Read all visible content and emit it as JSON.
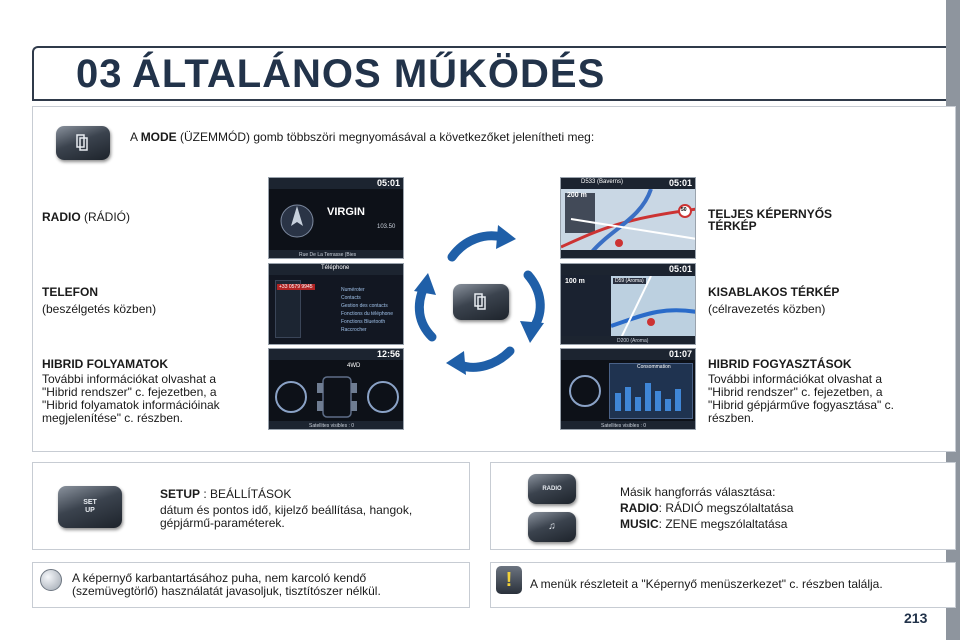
{
  "header": {
    "chapter": "03",
    "title": "ÁLTALÁNOS MŰKÖDÉS"
  },
  "intro": {
    "prefix": "A ",
    "mode_word": "MODE",
    "suffix": " (ÜZEMMÓD) gomb többszöri megnyomásával a következőket jelenítheti meg:"
  },
  "left_items": {
    "radio_title": "RADIO",
    "radio_sub": " (RÁDIÓ)",
    "telefon_title": "TELEFON",
    "telefon_sub": "(beszélgetés közben)",
    "hibrid_title": "HIBRID FOLYAMATOK",
    "hibrid_line1": "További információkat olvashat a",
    "hibrid_line2": "\"Hibrid rendszer\" c. fejezetben, a",
    "hibrid_line3": "\"Hibrid folyamatok információinak",
    "hibrid_line4": "megjelenítése\" c. részben."
  },
  "right_items": {
    "full_map_line1": "TELJES KÉPERNYŐS",
    "full_map_line2": "TÉRKÉP",
    "small_map_title": "KISABLAKOS TÉRKÉP",
    "small_map_sub": "(célravezetés közben)",
    "consumption_title": "HIBRID FOGYASZTÁSOK",
    "consumption_line1": "További információkat olvashat a",
    "consumption_line2": "\"Hibrid rendszer\" c. fejezetben, a",
    "consumption_line3": "\"Hibrid gépjárműve fogyasztása\" c.",
    "consumption_line4": "részben."
  },
  "screens": {
    "radio": {
      "time": "05:01",
      "station": "VIRGIN",
      "freq": "103.50",
      "bottom": "Rue De La Terrasse (Bies"
    },
    "telefon": {
      "title": "Téléphone",
      "number": "+33 0579 9945",
      "menu": [
        "Numéroter",
        "Contacts",
        "Gestion des contacts",
        "Fonctions du téléphone",
        "Fonctions Bluetooth",
        "Raccrocher"
      ]
    },
    "hibrid": {
      "time": "12:56",
      "label": "4WD",
      "bottom": "Satellites visibles : 0"
    },
    "full_map": {
      "time": "05:01",
      "road": "D533 (Baverns)",
      "scale": "200 m",
      "limit": "50"
    },
    "small_map": {
      "time": "05:01",
      "scale": "100 m",
      "road": "D59 (Aroma)",
      "bottom": "D200 (Aroma)"
    },
    "consumption": {
      "time": "01:07",
      "title": "Consommation",
      "bottom": "Satellites visibles : 0"
    }
  },
  "setup": {
    "button_line1": "SET",
    "button_line2": "UP",
    "title": "SETUP",
    "title_sub": " : BEÁLLÍTÁSOK",
    "line1": "dátum és pontos idő, kijelző beállítása, hangok,",
    "line2": "gépjármű-paraméterek."
  },
  "source": {
    "radio_button": "RADIO",
    "music_button": "♫",
    "heading": "Másik hangforrás választása:",
    "radio_word": "RADIO",
    "radio_desc": ": RÁDIÓ megszólaltatása",
    "music_word": "MUSIC",
    "music_desc": ": ZENE megszólaltatása"
  },
  "tip": {
    "line1": "A képernyő karbantartásához puha, nem karcoló kendő",
    "line2": "(szemüvegtörlő) használatát javasoljuk, tisztítószer nélkül."
  },
  "note": {
    "text": "A menük részleteit a \"Képernyő menüszerkezet\" c. részben találja."
  },
  "page_number": "213",
  "colors": {
    "heading": "#22334a",
    "arrow": "#1f5fa8",
    "frame": "#2f3a4a"
  }
}
